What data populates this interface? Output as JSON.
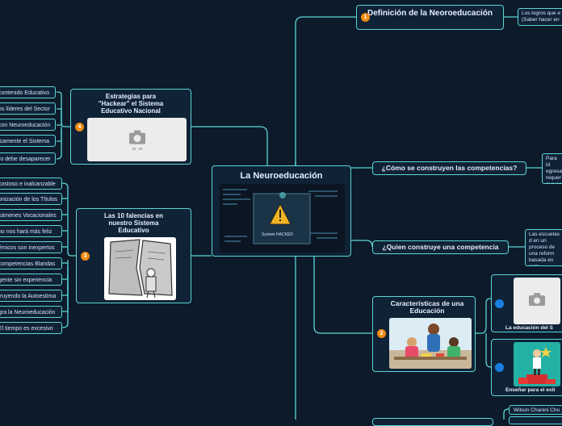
{
  "center": {
    "title": "La Neuroeducación",
    "image_caption": "System HACKED"
  },
  "branches": {
    "definicion": {
      "badge": "1",
      "title": "Definición de la Neoroeducación",
      "note": "Los logros que e (Saber hacer en"
    },
    "competencias": {
      "title": "¿Cómo se construyen las competencias?",
      "note": "Para id egresad requer que se"
    },
    "quien": {
      "title": "¿Quien construye una competencia",
      "note": "Las escuelas d en un proceso de una reform basada en com programas"
    },
    "caracteristicas": {
      "badge": "2",
      "title": "Características de una Educación",
      "children": [
        {
          "label": "La educación del S"
        },
        {
          "label": "Enseñar para el exit"
        }
      ]
    },
    "estrategias": {
      "badge": "4",
      "title": "Estrategias para \"Hackear\" el Sistema Educativo Nacional",
      "items": [
        "contenido Educativo",
        "os líderes del Sector",
        "con Neuroeducación",
        "icamente el Sistema",
        "ro debe desaparecer"
      ]
    },
    "falencias": {
      "badge": "3",
      "title": "Las 10 falencias en nuestro Sistema Educativo",
      "items": [
        "costoso e inalcanzable",
        "onización de los Títulos",
        "xámenes Vocacionales",
        "no nos hará más feliz",
        "émicos son inexpertos",
        "competencias Blandas",
        "gente sin experiencia",
        "truyendo la Autoestima",
        "gra la Neuroeducación",
        "El tiempo es excesivo"
      ]
    },
    "bottom": {
      "label": "Wilson Chanini Cho"
    }
  },
  "colors": {
    "background": "#0d1a2a",
    "line": "#5ad6d6",
    "node_fill": "#0f2236",
    "badge_orange": "#f08a12",
    "badge_blue": "#1a7fe0"
  }
}
